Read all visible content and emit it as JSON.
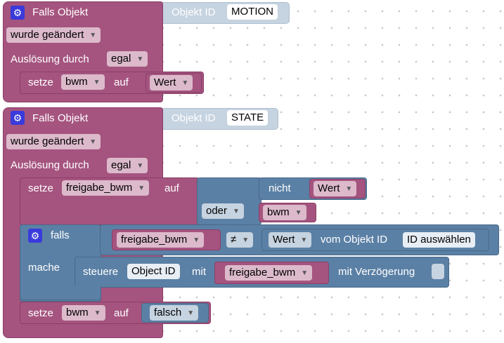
{
  "trigger1": {
    "header": "Falls Objekt",
    "objekt_id_label": "Objekt ID",
    "objekt_id_value": "MOTION",
    "condition": "wurde geändert",
    "trigger_label": "Auslösung durch",
    "trigger_value": "egal",
    "action": {
      "setze": "setze",
      "var": "bwm",
      "auf": "auf",
      "value": "Wert"
    }
  },
  "trigger2": {
    "header": "Falls Objekt",
    "objekt_id_label": "Objekt ID",
    "objekt_id_value": "STATE",
    "condition": "wurde geändert",
    "trigger_label": "Auslösung durch",
    "trigger_value": "egal",
    "set1": {
      "setze": "setze",
      "var": "freigabe_bwm",
      "auf": "auf",
      "nicht": "nicht",
      "nicht_value": "Wert",
      "oder": "oder",
      "oder_value": "bwm"
    },
    "if_block": {
      "falls": "falls",
      "mache": "mache",
      "cond_var": "freigabe_bwm",
      "operator": "≠",
      "wert": "Wert",
      "vom_objekt": "vom Objekt ID",
      "id_auswaehlen": "ID auswählen",
      "steuere": "steuere",
      "object_id": "Object ID",
      "mit": "mit",
      "steuere_var": "freigabe_bwm",
      "verzoegerung": "mit Verzögerung"
    },
    "set2": {
      "setze": "setze",
      "var": "bwm",
      "auf": "auf",
      "value": "falsch"
    }
  },
  "colors": {
    "logic": "#a5547f",
    "variable": "#5b80a5",
    "value": "#c6d3e0",
    "gear": "#3a3adb"
  },
  "icons": {
    "gear": "gear-icon",
    "dropdown": "dropdown-arrow-icon"
  }
}
